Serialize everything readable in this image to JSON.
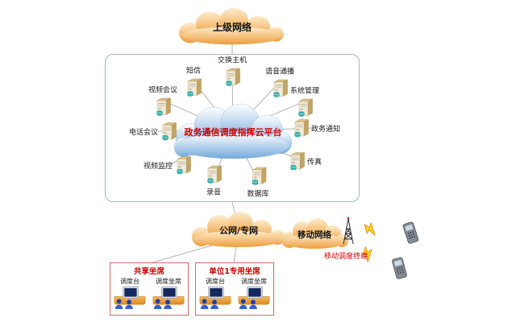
{
  "clouds": {
    "upper_network": "上级网络",
    "platform": "政务通信调度指挥云平台",
    "public_network": "公网/专网",
    "mobile_network": "移动网络"
  },
  "servers": [
    {
      "label": "交换主机"
    },
    {
      "label": "短信"
    },
    {
      "label": "语音通播"
    },
    {
      "label": "视频会议"
    },
    {
      "label": "系统管理"
    },
    {
      "label": "电话会议"
    },
    {
      "label": "政务通知"
    },
    {
      "label": "视频监控"
    },
    {
      "label": "传真"
    },
    {
      "label": "录音"
    },
    {
      "label": "数据库"
    }
  ],
  "mobile": {
    "terminal_label": "移动调度终端"
  },
  "seat_boxes": [
    {
      "title": "共享坐席",
      "stations": [
        {
          "label": "调度台"
        },
        {
          "label": "调度坐席"
        }
      ]
    },
    {
      "title": "单位1专用坐席",
      "stations": [
        {
          "label": "调度台"
        },
        {
          "label": "调度坐席"
        }
      ]
    }
  ]
}
